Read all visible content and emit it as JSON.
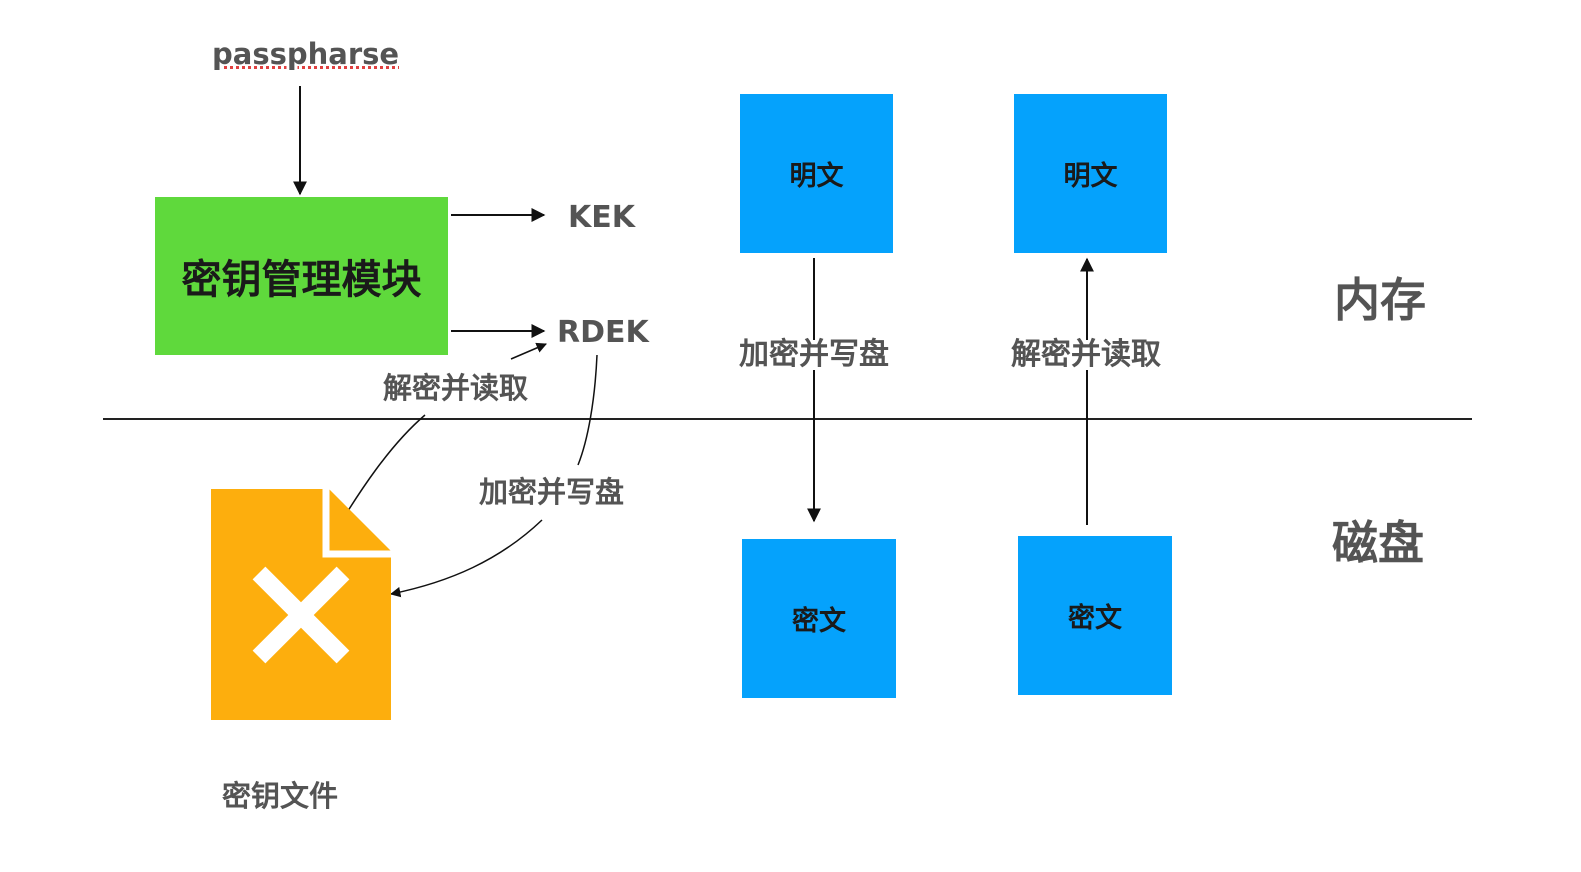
{
  "input": {
    "passphrase": "passpharse"
  },
  "key_module": {
    "label": "密钥管理模块",
    "color": "#5fd93c"
  },
  "outputs": {
    "kek": "KEK",
    "rdek": "RDEK"
  },
  "key_file": {
    "label": "密钥文件",
    "color": "#fdae0d",
    "icon": "close-x-icon"
  },
  "flows": {
    "decrypt_read": "解密并读取",
    "encrypt_write": "加密并写盘"
  },
  "regions": {
    "memory": "内存",
    "disk": "磁盘"
  },
  "blocks": {
    "plain_1": "明文",
    "plain_2": "明文",
    "cipher_1": "密文",
    "cipher_2": "密文",
    "color": "#05a2fc"
  },
  "io_labels": {
    "encrypt_write": "加密并写盘",
    "decrypt_read": "解密并读取"
  }
}
